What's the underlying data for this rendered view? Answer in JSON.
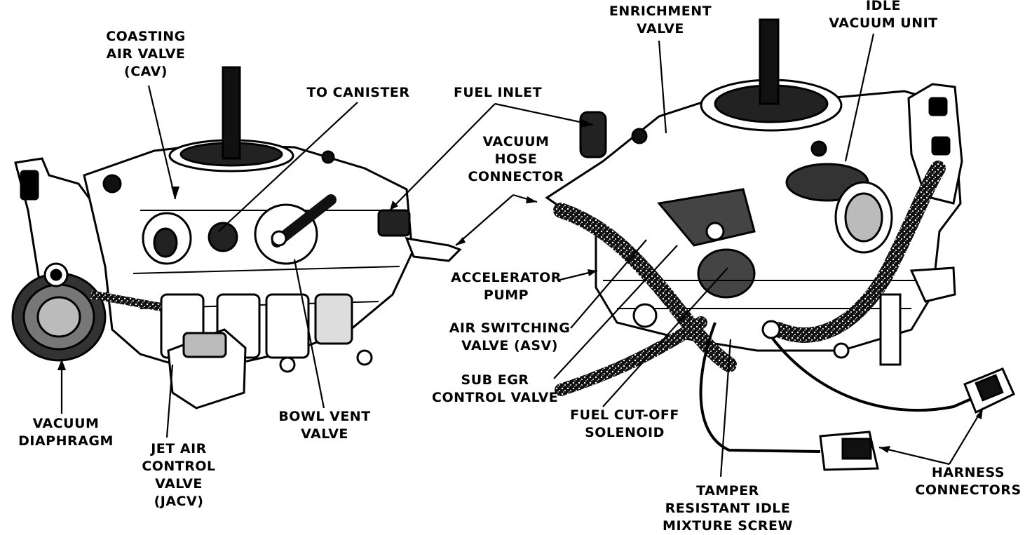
{
  "colors": {
    "ink": "#000000",
    "paper": "#ffffff",
    "shade": "#b8b8b8",
    "dark": "#2a2a2a"
  },
  "labels": {
    "coasting_air_valve": [
      "COASTING",
      "AIR VALVE",
      "(CAV)"
    ],
    "to_canister": [
      "TO CANISTER"
    ],
    "fuel_inlet": [
      "FUEL INLET"
    ],
    "vacuum_hose_connector": [
      "VACUUM",
      "HOSE",
      "CONNECTOR"
    ],
    "enrichment_valve": [
      "ENRICHMENT",
      "VALVE"
    ],
    "idle_vacuum_unit": [
      "IDLE",
      "VACUUM UNIT"
    ],
    "accelerator_pump": [
      "ACCELERATOR",
      "PUMP"
    ],
    "air_switching_valve": [
      "AIR SWITCHING",
      "VALVE (ASV)"
    ],
    "sub_egr_control_valve": [
      "SUB EGR",
      "CONTROL VALVE"
    ],
    "fuel_cutoff_solenoid": [
      "FUEL CUT-OFF",
      "SOLENOID"
    ],
    "bowl_vent_valve": [
      "BOWL VENT",
      "VALVE"
    ],
    "vacuum_diaphragm": [
      "VACUUM",
      "DIAPHRAGM"
    ],
    "jet_air_control_valve": [
      "JET AIR",
      "CONTROL",
      "VALVE",
      "(JACV)"
    ],
    "tamper_resistant_screw": [
      "TAMPER",
      "RESISTANT IDLE",
      "MIXTURE SCREW"
    ],
    "harness_connectors": [
      "HARNESS",
      "CONNECTORS"
    ]
  }
}
